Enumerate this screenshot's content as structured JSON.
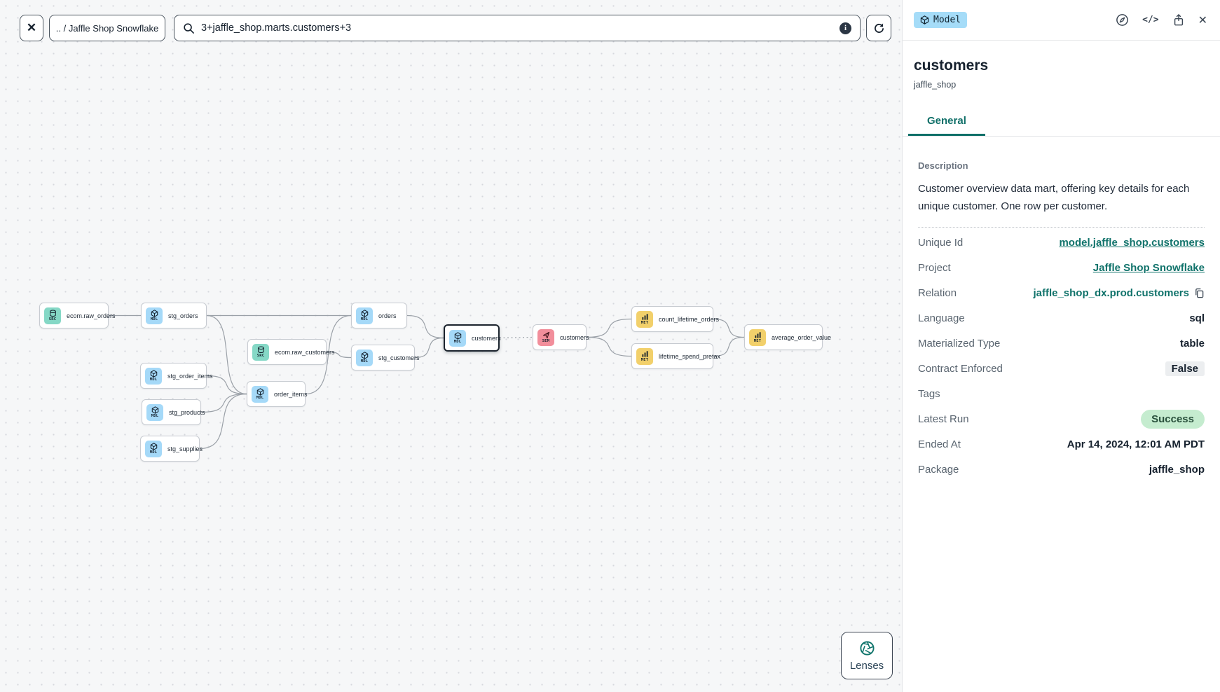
{
  "toolbar": {
    "close_label": "✕",
    "breadcrumb": ".. / Jaffle Shop Snowflake",
    "search_value": "3+jaffle_shop.marts.customers+3",
    "info_label": "i"
  },
  "lenses_label": "Lenses",
  "graph": {
    "nodes": [
      {
        "id": "raw_orders",
        "label": "ecom.raw_orders",
        "type": "source"
      },
      {
        "id": "stg_orders",
        "label": "stg_orders",
        "type": "model"
      },
      {
        "id": "stg_order_items",
        "label": "stg_order_items",
        "type": "model"
      },
      {
        "id": "stg_products",
        "label": "stg_products",
        "type": "model"
      },
      {
        "id": "stg_supplies",
        "label": "stg_supplies",
        "type": "model"
      },
      {
        "id": "raw_customers",
        "label": "ecom.raw_customers",
        "type": "source"
      },
      {
        "id": "order_items",
        "label": "order_items",
        "type": "model"
      },
      {
        "id": "orders",
        "label": "orders",
        "type": "model"
      },
      {
        "id": "stg_customers",
        "label": "stg_customers",
        "type": "model"
      },
      {
        "id": "customers",
        "label": "customers",
        "type": "model",
        "selected": true
      },
      {
        "id": "customers_sem",
        "label": "customers",
        "type": "semantic"
      },
      {
        "id": "count_lifetime_orders",
        "label": "count_lifetime_orders",
        "type": "metric"
      },
      {
        "id": "lifetime_spend_pretax",
        "label": "lifetime_spend_pretax",
        "type": "metric"
      },
      {
        "id": "average_order_value",
        "label": "average_order_value",
        "type": "metric"
      }
    ],
    "edges": [
      {
        "from": "raw_orders",
        "to": "stg_orders"
      },
      {
        "from": "stg_orders",
        "to": "orders"
      },
      {
        "from": "stg_orders",
        "to": "order_items"
      },
      {
        "from": "stg_order_items",
        "to": "order_items"
      },
      {
        "from": "stg_products",
        "to": "order_items"
      },
      {
        "from": "stg_supplies",
        "to": "order_items"
      },
      {
        "from": "raw_customers",
        "to": "stg_customers"
      },
      {
        "from": "order_items",
        "to": "orders"
      },
      {
        "from": "orders",
        "to": "customers"
      },
      {
        "from": "stg_customers",
        "to": "customers"
      },
      {
        "from": "customers",
        "to": "customers_sem",
        "dashed": true
      },
      {
        "from": "customers_sem",
        "to": "count_lifetime_orders"
      },
      {
        "from": "customers_sem",
        "to": "lifetime_spend_pretax"
      },
      {
        "from": "count_lifetime_orders",
        "to": "average_order_value"
      },
      {
        "from": "lifetime_spend_pretax",
        "to": "average_order_value"
      }
    ],
    "type_tags": {
      "source": "SRC",
      "model": "MDL",
      "semantic": "SEM",
      "metric": "MET"
    }
  },
  "panel": {
    "badge": "Model",
    "title": "customers",
    "subtitle": "jaffle_shop",
    "tabs": [
      {
        "label": "General",
        "active": true
      }
    ],
    "description_label": "Description",
    "description": "Customer overview data mart, offering key details for each unique customer. One row per customer.",
    "fields": [
      {
        "label": "Unique Id",
        "value": "model.jaffle_shop.customers",
        "style": "link"
      },
      {
        "label": "Project",
        "value": "Jaffle Shop Snowflake",
        "style": "link"
      },
      {
        "label": "Relation",
        "value": "jaffle_shop_dx.prod.customers",
        "style": "teal",
        "copy": true
      },
      {
        "label": "Language",
        "value": "sql",
        "style": "plain"
      },
      {
        "label": "Materialized Type",
        "value": "table",
        "style": "plain"
      },
      {
        "label": "Contract Enforced",
        "value": "False",
        "style": "badge-gray"
      },
      {
        "label": "Tags",
        "value": "",
        "style": "empty"
      },
      {
        "label": "Latest Run",
        "value": "Success",
        "style": "badge-green"
      },
      {
        "label": "Ended At",
        "value": "Apr 14, 2024, 12:01 AM PDT",
        "style": "bold"
      },
      {
        "label": "Package",
        "value": "jaffle_shop",
        "style": "plain"
      }
    ]
  },
  "colors": {
    "accent_teal": "#11736b",
    "source_icon": "#85d8c6",
    "model_icon": "#a5d9f8",
    "semantic_icon": "#f28e9b",
    "metric_icon": "#f2d06b",
    "model_badge": "#a5dcf8",
    "success_bg": "#c5eccf",
    "edge": "#9ba1a8"
  }
}
